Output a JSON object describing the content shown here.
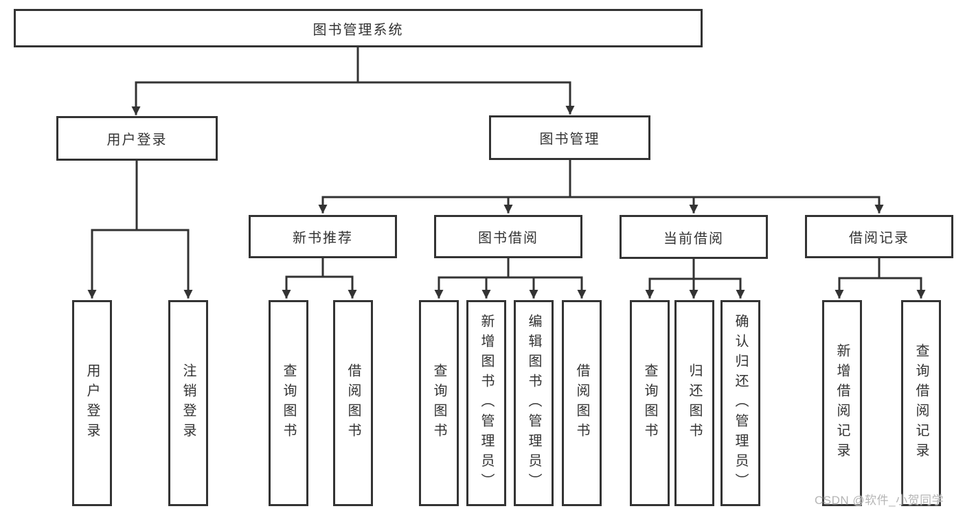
{
  "diagram": {
    "tree": {
      "label": "图书管理系统",
      "children": [
        {
          "label": "用户登录",
          "children": [
            {
              "label": "用户登录"
            },
            {
              "label": "注销登录"
            }
          ]
        },
        {
          "label": "图书管理",
          "children": [
            {
              "label": "新书推荐",
              "children": [
                {
                  "label": "查询图书"
                },
                {
                  "label": "借阅图书"
                }
              ]
            },
            {
              "label": "图书借阅",
              "children": [
                {
                  "label": "查询图书"
                },
                {
                  "label": "新增图书（管理员）"
                },
                {
                  "label": "编辑图书（管理员）"
                },
                {
                  "label": "借阅图书"
                }
              ]
            },
            {
              "label": "当前借阅",
              "children": [
                {
                  "label": "查询图书"
                },
                {
                  "label": "归还图书"
                },
                {
                  "label": "确认归还（管理员）"
                }
              ]
            },
            {
              "label": "借阅记录",
              "children": [
                {
                  "label": "新增借阅记录"
                },
                {
                  "label": "查询借阅记录"
                }
              ]
            }
          ]
        }
      ]
    },
    "colors": {
      "line": "#333333",
      "box_border": "#333333",
      "text": "#333333",
      "background": "#ffffff",
      "watermark": "#b5b5b5"
    }
  },
  "watermark": {
    "text": "CSDN @软件_小贺同学"
  }
}
